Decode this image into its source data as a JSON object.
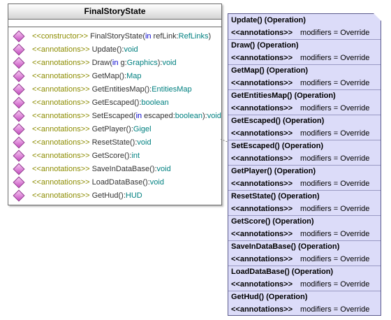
{
  "class": {
    "name": "FinalStoryState",
    "operations": [
      {
        "stereotype": "<<constructor>>",
        "name": "FinalStoryState",
        "params": [
          {
            "dir": "in",
            "name": "refLink",
            "type": "RefLinks"
          }
        ],
        "return": ""
      },
      {
        "stereotype": "<<annotations>>",
        "name": "Update",
        "params": [],
        "return": "void"
      },
      {
        "stereotype": "<<annotations>>",
        "name": "Draw",
        "params": [
          {
            "dir": "in",
            "name": "g",
            "type": "Graphics"
          }
        ],
        "return": "void"
      },
      {
        "stereotype": "<<annotations>>",
        "name": "GetMap",
        "params": [],
        "return": "Map"
      },
      {
        "stereotype": "<<annotations>>",
        "name": "GetEntitiesMap",
        "params": [],
        "return": "EntitiesMap"
      },
      {
        "stereotype": "<<annotations>>",
        "name": "GetEscaped",
        "params": [],
        "return": "boolean"
      },
      {
        "stereotype": "<<annotations>>",
        "name": "SetEscaped",
        "params": [
          {
            "dir": "in",
            "name": "escaped",
            "type": "boolean"
          }
        ],
        "return": "void"
      },
      {
        "stereotype": "<<annotations>>",
        "name": "GetPlayer",
        "params": [],
        "return": "Gigel"
      },
      {
        "stereotype": "<<annotations>>",
        "name": "ResetState",
        "params": [],
        "return": "void"
      },
      {
        "stereotype": "<<annotations>>",
        "name": "GetScore",
        "params": [],
        "return": "int"
      },
      {
        "stereotype": "<<annotations>>",
        "name": "SaveInDataBase",
        "params": [],
        "return": "void"
      },
      {
        "stereotype": "<<annotations>>",
        "name": "LoadDataBase",
        "params": [],
        "return": "void"
      },
      {
        "stereotype": "<<annotations>>",
        "name": "GetHud",
        "params": [],
        "return": "HUD"
      }
    ]
  },
  "note": {
    "items": [
      {
        "title": "Update() (Operation)",
        "key": "<<annotations>>",
        "value": "modifiers = Override"
      },
      {
        "title": "Draw() (Operation)",
        "key": "<<annotations>>",
        "value": "modifiers = Override"
      },
      {
        "title": "GetMap() (Operation)",
        "key": "<<annotations>>",
        "value": "modifiers = Override"
      },
      {
        "title": "GetEntitiesMap() (Operation)",
        "key": "<<annotations>>",
        "value": "modifiers = Override"
      },
      {
        "title": "GetEscaped() (Operation)",
        "key": "<<annotations>>",
        "value": "modifiers = Override"
      },
      {
        "title": "SetEscaped() (Operation)",
        "key": "<<annotations>>",
        "value": "modifiers = Override"
      },
      {
        "title": "GetPlayer() (Operation)",
        "key": "<<annotations>>",
        "value": "modifiers = Override"
      },
      {
        "title": "ResetState() (Operation)",
        "key": "<<annotations>>",
        "value": "modifiers = Override"
      },
      {
        "title": "GetScore() (Operation)",
        "key": "<<annotations>>",
        "value": "modifiers = Override"
      },
      {
        "title": "SaveInDataBase() (Operation)",
        "key": "<<annotations>>",
        "value": "modifiers = Override"
      },
      {
        "title": "LoadDataBase() (Operation)",
        "key": "<<annotations>>",
        "value": "modifiers = Override"
      },
      {
        "title": "GetHud() (Operation)",
        "key": "<<annotations>>",
        "value": "modifiers = Override"
      }
    ]
  },
  "colors": {
    "note_fill": "#dcdcf9",
    "stereotype": "#8c8c00",
    "keyword": "#0000cc",
    "type": "#008080",
    "operation_icon": "#c64fc0"
  },
  "icons": {
    "operation": "operation-diamond-icon"
  }
}
